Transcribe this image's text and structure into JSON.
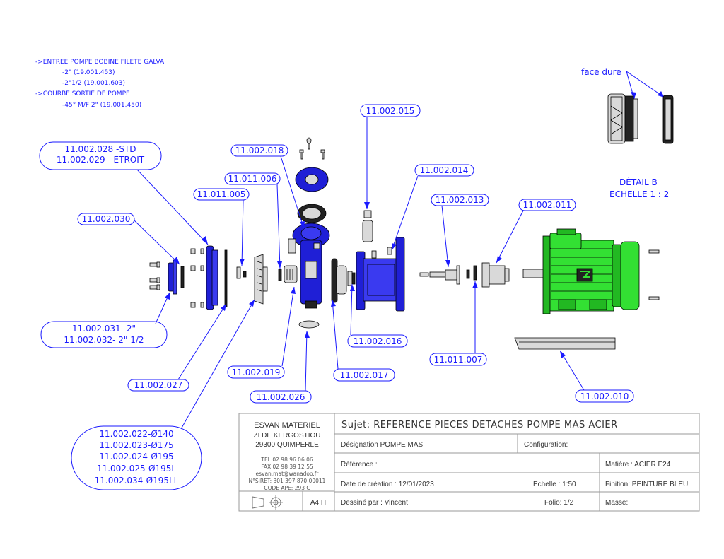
{
  "notes": [
    "->ENTREE POMPE BOBINE FILETE   GALVA:",
    "-2\" (19.001.453)",
    "-2\"1/2 (19.001.603)",
    "->COURBE SORTIE DE POMPE",
    "-45° M/F 2\" (19.001.450)"
  ],
  "detail": {
    "face_label": "face dure",
    "title": "DÉTAIL B",
    "scale": "ECHELLE 1 : 2"
  },
  "callouts": {
    "c_028": [
      "11.002.028 -STD",
      "11.002.029 - ETROIT"
    ],
    "c_018": "11.002.018",
    "c_006": "11.011.006",
    "c_005": "11.011.005",
    "c_030": "11.002.030",
    "c_015": "11.002.015",
    "c_014": "11.002.014",
    "c_013": "11.002.013",
    "c_011": "11.002.011",
    "c_031": [
      "11.002.031 -2\"",
      "11.002.032- 2\" 1/2"
    ],
    "c_027": "11.002.027",
    "c_019": "11.002.019",
    "c_026": "11.002.026",
    "c_017": "11.002.017",
    "c_016": "11.002.016",
    "c_007": "11.011.007",
    "c_010": "11.002.010",
    "c_022": [
      "11.002.022-Ø140",
      "11.002.023-Ø175",
      "11.002.024-Ø195",
      "11.002.025-Ø195L",
      "11.002.034-Ø195LL"
    ]
  },
  "title_block": {
    "company": "ESVAN MATERIEL",
    "address1": "ZI DE KERGOSTIOU",
    "address2": "29300 QUIMPERLE",
    "tel": "TEL:02 98 96 06 06",
    "fax": "FAX 02 98 39 12 55",
    "email": "esvan.mat@wanadoo.fr",
    "siret": "N°SIRET: 301 397 870 00011",
    "ape": "CODE APE: 293 C",
    "format": "A4 H",
    "subject": "Sujet:  REFERENCE PIECES DETACHES POMPE MAS ACIER",
    "designation": "Désignation POMPE MAS",
    "configuration": "Configuration:",
    "reference": "Référence :",
    "matiere": "Matière : ACIER E24",
    "date": "Date de création : 12/01/2023",
    "echelle": "Echelle :   1:50",
    "finition": "Finition: PEINTURE BLEU",
    "dessine": "Dessiné par :  Vincent",
    "folio": "Folio:  1/2",
    "masse": "Masse:"
  }
}
